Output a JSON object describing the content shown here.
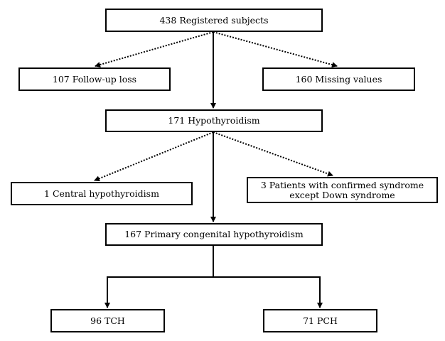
{
  "nodes": {
    "registered": "438 Registered subjects",
    "followup_loss": "107 Follow-up loss",
    "missing_values": "160 Missing values",
    "hypothyroidism": "171 Hypothyroidism",
    "central": "1 Central hypothyroidism",
    "syndrome": "3 Patients with confirmed syndrome\nexcept Down syndrome",
    "primary": "167 Primary congenital hypothyroidism",
    "tch": "96 TCH",
    "pch": "71 PCH"
  },
  "edges": [
    {
      "from": "registered",
      "to": "followup_loss",
      "style": "dotted"
    },
    {
      "from": "registered",
      "to": "missing_values",
      "style": "dotted"
    },
    {
      "from": "registered",
      "to": "hypothyroidism",
      "style": "solid"
    },
    {
      "from": "hypothyroidism",
      "to": "central",
      "style": "dotted"
    },
    {
      "from": "hypothyroidism",
      "to": "syndrome",
      "style": "dotted"
    },
    {
      "from": "hypothyroidism",
      "to": "primary",
      "style": "solid"
    },
    {
      "from": "primary",
      "to": "tch",
      "style": "solid"
    },
    {
      "from": "primary",
      "to": "pch",
      "style": "solid"
    }
  ],
  "colors": {
    "stroke": "#000000",
    "background": "#ffffff"
  }
}
